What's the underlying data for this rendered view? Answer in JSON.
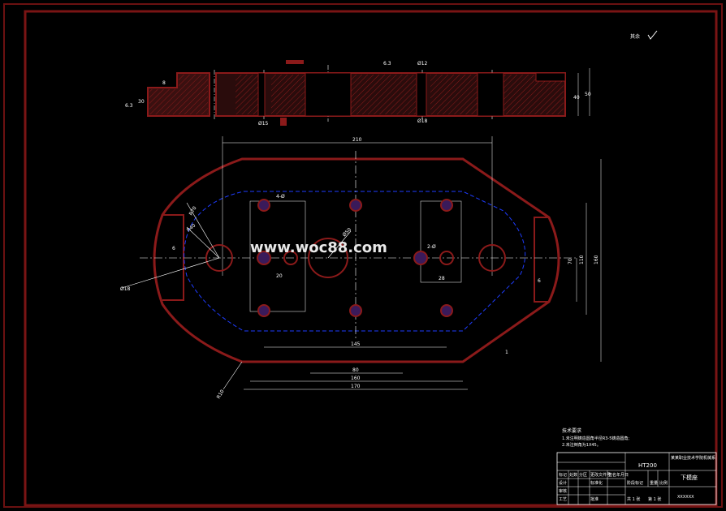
{
  "watermark": "www.woc88.com",
  "roughness_note": "其余",
  "colors": {
    "background": "#000000",
    "frame": "#7a1414",
    "outline": "#8b1a1a",
    "center_line": "#ffffff",
    "hidden_line": "#1e3cff",
    "hole_fill": "#4a2a8a",
    "text": "#ffffff"
  },
  "section_view": {
    "dims": {
      "ra_left": "6.3",
      "step": "8",
      "height_left": "30",
      "phi15": "Ø15",
      "phi12": "Ø12",
      "phi18": "Ø18",
      "ra_mid": "6.3",
      "height_40": "40",
      "height_50": "50"
    }
  },
  "plan_view": {
    "dims": {
      "overall_length": "210",
      "r70": "R70",
      "r40": "R40",
      "phi50": "Ø50",
      "phi18": "Ø18",
      "r10": "R10",
      "six_left": "6",
      "hole_note_left": "4-Ø",
      "hole_note_right": "2-Ø",
      "twenty": "20",
      "twenty_eight": "28",
      "six_right": "6",
      "seventy": "70",
      "one_ten": "110",
      "one_sixty": "160",
      "one_forty_five": "145",
      "eighty": "80",
      "one_sixty_bottom": "160",
      "one_seventy": "170",
      "one_small": "1"
    }
  },
  "notes": {
    "heading": "技术要求",
    "line1": "1.未注明铸造圆角半径R3-5铸造圆角;",
    "line2": "2.未注倒角为1X45。"
  },
  "title_block": {
    "material": "HT200",
    "company": "某某职业技术学院机械系",
    "part_name": "下模座",
    "drawing_no": "XXXXXX",
    "row_labels": [
      "标记",
      "处数",
      "分区",
      "更改文件号",
      "签名",
      "年月日"
    ],
    "design": "设计",
    "check": "审核",
    "process": "工艺",
    "approve": "批准",
    "standard": "标准化",
    "stage_label": "阶段标记",
    "weight_label": "重量",
    "scale_label": "比例",
    "sheet_total": "共 1 张",
    "sheet_no": "第 1 张"
  }
}
